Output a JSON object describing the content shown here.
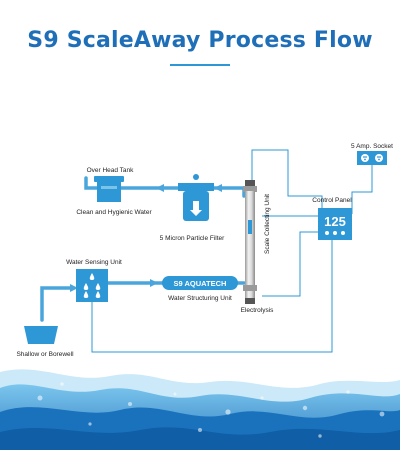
{
  "title": "S9 ScaleAway Process Flow",
  "labels": {
    "overhead_tank": "Over Head Tank",
    "clean_water": "Clean and Hygienic Water",
    "filter": "5 Micron Particle Filter",
    "socket": "5 Amp. Socket",
    "control_panel": "Control Panel",
    "panel_value": "125",
    "scale_unit": "Scale Collecting Unit",
    "sensing_unit": "Water Sensing Unit",
    "s9_aquatech": "S9 AQUATECH",
    "structuring_unit": "Water Structuring Unit",
    "electrolysis": "Electrolysis",
    "source": "Shallow or Borewell"
  },
  "colors": {
    "title": "#1f6fb8",
    "primary": "#2e97d6",
    "pipe": "#4aa5dc",
    "wire": "#2e97d6",
    "wave_light": "#bfe3f6",
    "wave_mid": "#5cb6e6",
    "wave_dark": "#1d7fc4"
  }
}
